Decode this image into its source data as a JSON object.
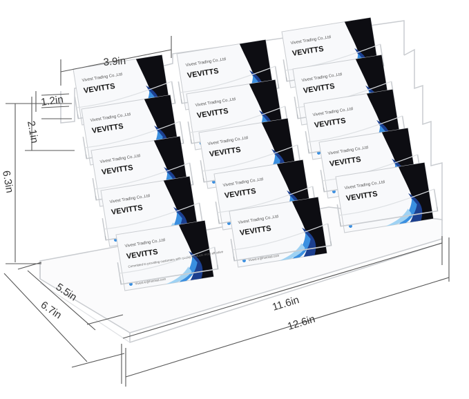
{
  "dimensions": {
    "card_width": "3.9in",
    "pocket_depth": "1.2in",
    "tier_step": "2.1in",
    "total_height": "6.3in",
    "inner_depth": "5.5in",
    "outer_depth": "6.7in",
    "inner_width": "11.6in",
    "outer_width": "12.6in"
  },
  "card": {
    "company": "Vivest Trading Co.,Ltd",
    "brand": "VEVITTS",
    "tagline": "Committed to providing customers with quality products most effective",
    "email": "Vivest-tr@hotmail.com"
  },
  "colors": {
    "acrylic_edge": "#c9ccd0",
    "card_dark": "#0d0d12",
    "card_navy": "#1c3f8f",
    "card_blue": "#3a8fe0",
    "card_light_blue": "#9fd2f3",
    "dim_line": "#555555"
  }
}
